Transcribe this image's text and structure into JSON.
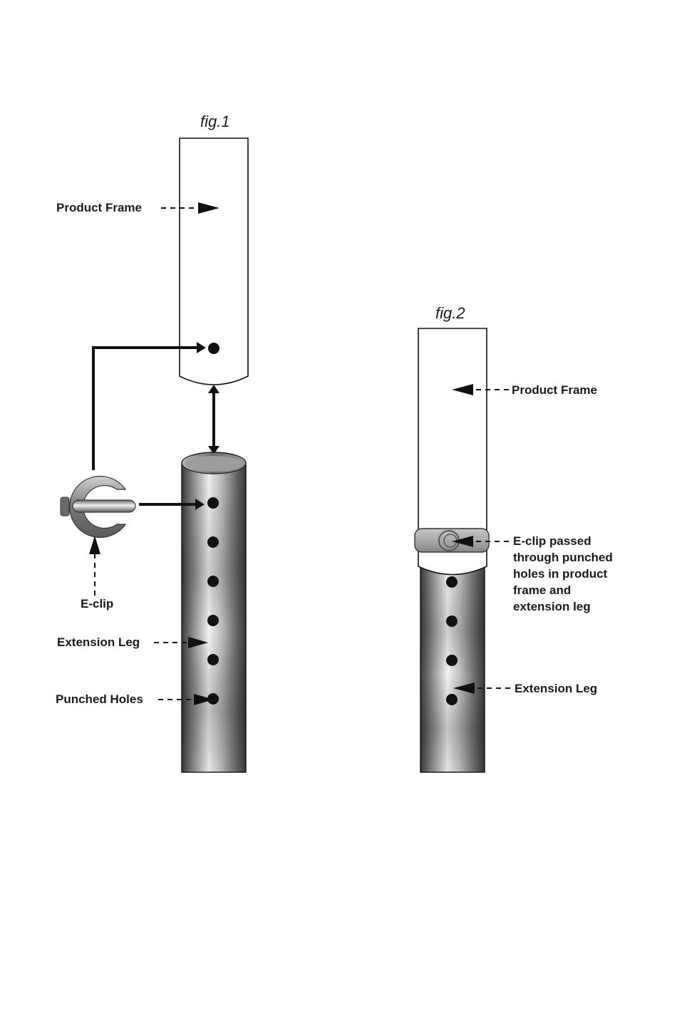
{
  "fig1": {
    "title": "fig.1",
    "labels": {
      "product_frame": "Product Frame",
      "e_clip": "E-clip",
      "extension_leg": "Extension Leg",
      "punched_holes": "Punched Holes"
    }
  },
  "fig2": {
    "title": "fig.2",
    "labels": {
      "product_frame": "Product Frame",
      "e_clip_line1": "E-clip passed",
      "e_clip_line2": "through punched",
      "e_clip_line3": "holes in product",
      "e_clip_line4": "frame and",
      "e_clip_line5": "extension leg",
      "extension_leg": "Extension Leg"
    }
  },
  "colors": {
    "ink": "#111111",
    "tube_dark": "#4a4a4a",
    "tube_light": "#e8e8e8",
    "clip_grey": "#8a8a8a"
  }
}
